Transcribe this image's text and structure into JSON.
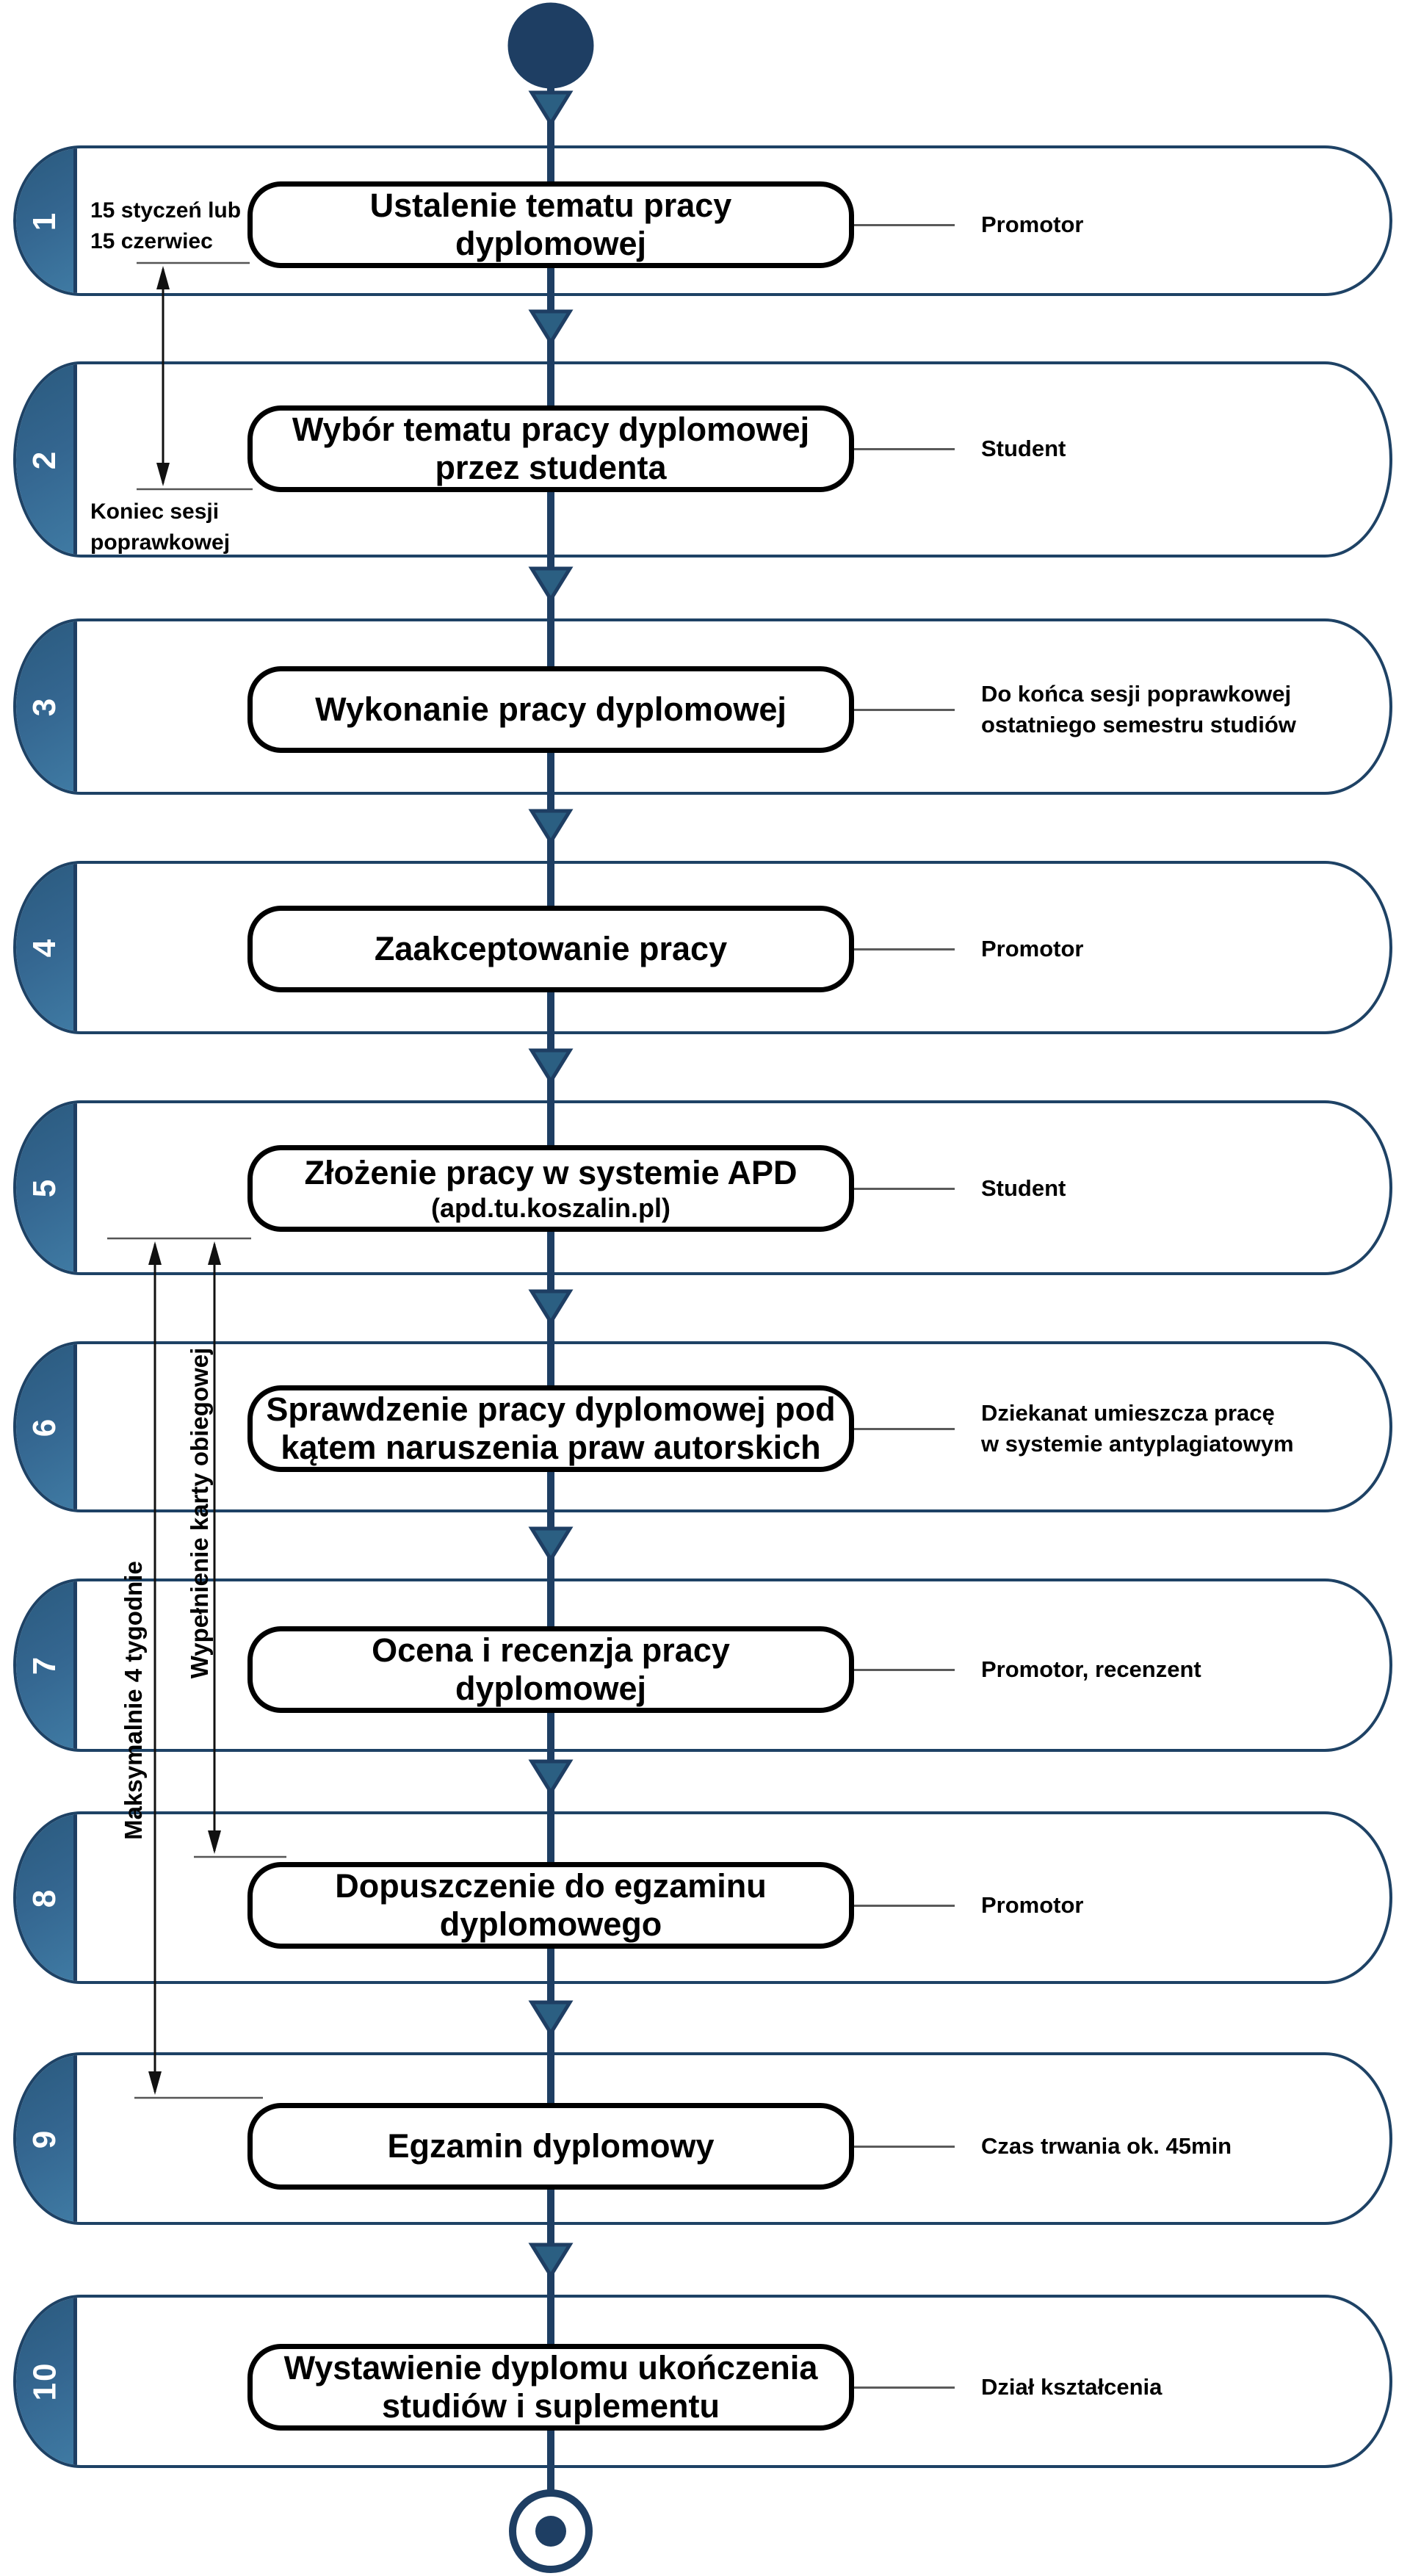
{
  "diagram": {
    "kind": "activity-flowchart",
    "language": "pl",
    "colors": {
      "navy": "#1e3e63",
      "lane_border": "#1e4265",
      "cap_gradient_start": "#2a5a7e",
      "cap_gradient_end": "#3f7aa3",
      "arrowhead_fill": "#2b5f82",
      "box_border": "#000000",
      "tick_gray": "#555555",
      "annotation_line": "#111111",
      "background": "#ffffff"
    },
    "start_node": {
      "shape": "filled-circle"
    },
    "end_node": {
      "shape": "bullseye"
    },
    "steps": [
      {
        "number": "1",
        "title": "Ustalenie tematu pracy\ndyplomowej",
        "actor": "Promotor"
      },
      {
        "number": "2",
        "title": "Wybór tematu pracy dyplomowej\nprzez studenta",
        "actor": "Student"
      },
      {
        "number": "3",
        "title": "Wykonanie pracy dyplomowej",
        "actor": "Do końca sesji poprawkowej\nostatniego semestru studiów"
      },
      {
        "number": "4",
        "title": "Zaakceptowanie pracy",
        "actor": "Promotor"
      },
      {
        "number": "5",
        "title": "Złożenie pracy w systemie APD",
        "subtitle": "(apd.tu.koszalin.pl)",
        "actor": "Student"
      },
      {
        "number": "6",
        "title": "Sprawdzenie pracy dyplomowej pod\nkątem naruszenia praw autorskich",
        "actor": "Dziekanat umieszcza pracę\nw systemie antyplagiatowym"
      },
      {
        "number": "7",
        "title": "Ocena i recenzja pracy\ndyplomowej",
        "actor": "Promotor, recenzent"
      },
      {
        "number": "8",
        "title": "Dopuszczenie do egzaminu\ndyplomowego",
        "actor": "Promotor"
      },
      {
        "number": "9",
        "title": "Egzamin dyplomowy",
        "actor": "Czas trwania ok. 45min"
      },
      {
        "number": "10",
        "title": "Wystawienie dyplomu ukończenia\nstudiów i suplementu",
        "actor": "Dział kształcenia"
      }
    ],
    "annotations": {
      "deadline_top": "15 styczeń lub\n15 czerwiec",
      "deadline_bottom": "Koniec sesji\npoprawkowej",
      "max_four_weeks": "Maksymalnie 4 tygodnie",
      "clearance_card": "Wypełnienie karty obiegowej"
    }
  }
}
